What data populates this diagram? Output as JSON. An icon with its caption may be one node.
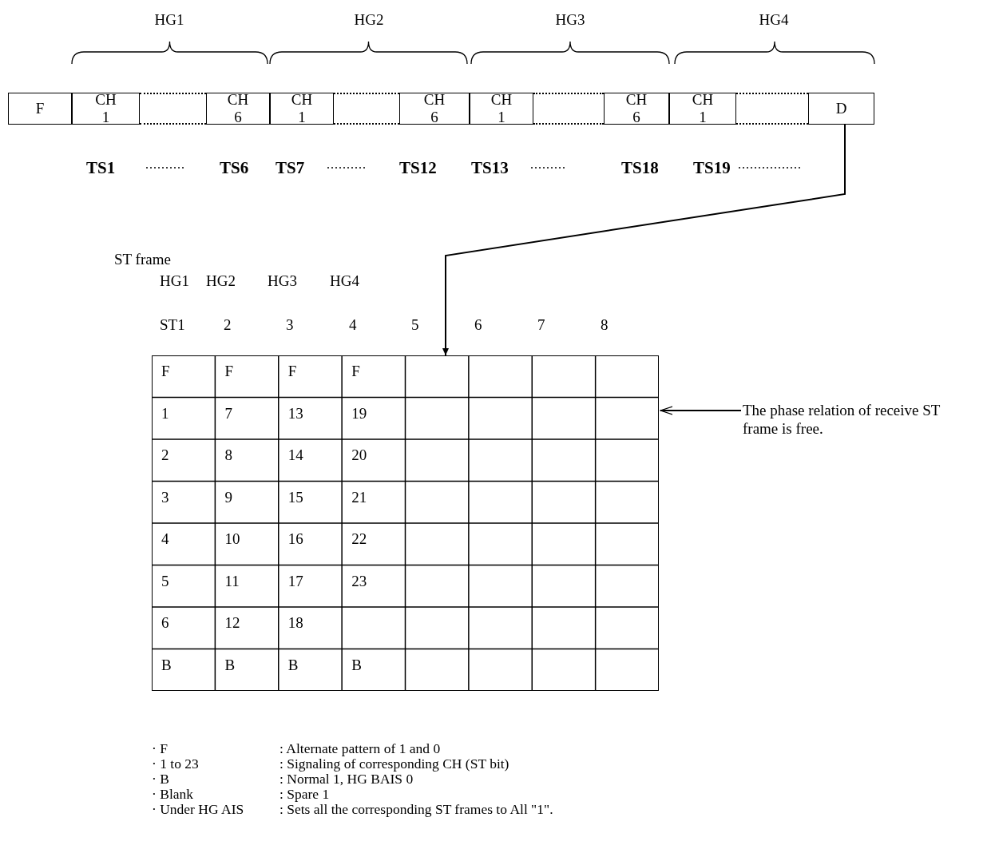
{
  "diagram": {
    "nodes": [
      {
        "text": [
          "F"
        ]
      },
      {
        "text": [
          "CH 1"
        ]
      },
      {
        "text": [],
        "shape": "box"
      },
      {
        "text": [
          "CH 6"
        ]
      },
      {
        "text": [
          "CH 1"
        ]
      },
      {
        "text": [],
        "shape": "box"
      },
      {
        "text": [
          "CH 6"
        ]
      },
      {
        "text": [
          "CH 1"
        ]
      },
      {
        "text": [],
        "shape": "box"
      },
      {
        "text": [
          "CH 6"
        ]
      },
      {
        "text": [
          "CH 1"
        ]
      },
      {
        "text": [],
        "shape": "box"
      },
      {
        "text": [
          "D"
        ]
      },
      {
        "text": [],
        "shape": "box"
      },
      {
        "text": [
          "The phase relation of receive ST frame is free."
        ]
      }
    ],
    "edges": [
      {
        "from": 12,
        "to": 13,
        "arrow": "to"
      },
      {
        "from": 14,
        "to": 13,
        "arrow": "to"
      }
    ],
    "labels": [
      "HG1",
      "HG2",
      "HG3",
      "HG4",
      "TS1",
      "TS6",
      "TS7",
      "TS12",
      "TS13",
      "TS18",
      "TS19",
      "ST frame",
      "HG1",
      "HG2",
      "HG3",
      "HG4",
      "ST1",
      "2",
      "3",
      "4",
      "5",
      "6",
      "7",
      "8",
      "F",
      "F",
      "F",
      "F",
      "1",
      "7",
      "13",
      "19",
      "2",
      "8",
      "14",
      "20",
      "3",
      "9",
      "15",
      "21",
      "4",
      "10",
      "16",
      "22",
      "5",
      "11",
      "17",
      "23",
      "6",
      "12",
      "18",
      "B",
      "B",
      "B",
      "B",
      "· F",
      ": Alternate pattern of 1 and 0",
      "· 1 to 23",
      ": Signaling of corresponding CH (ST bit)",
      "· B",
      ": Normal 1, HG BAIS 0",
      "· Blank",
      ": Spare 1",
      "· Under HG AIS",
      ": Sets all the corresponding ST frames to All \"1\"."
    ]
  }
}
